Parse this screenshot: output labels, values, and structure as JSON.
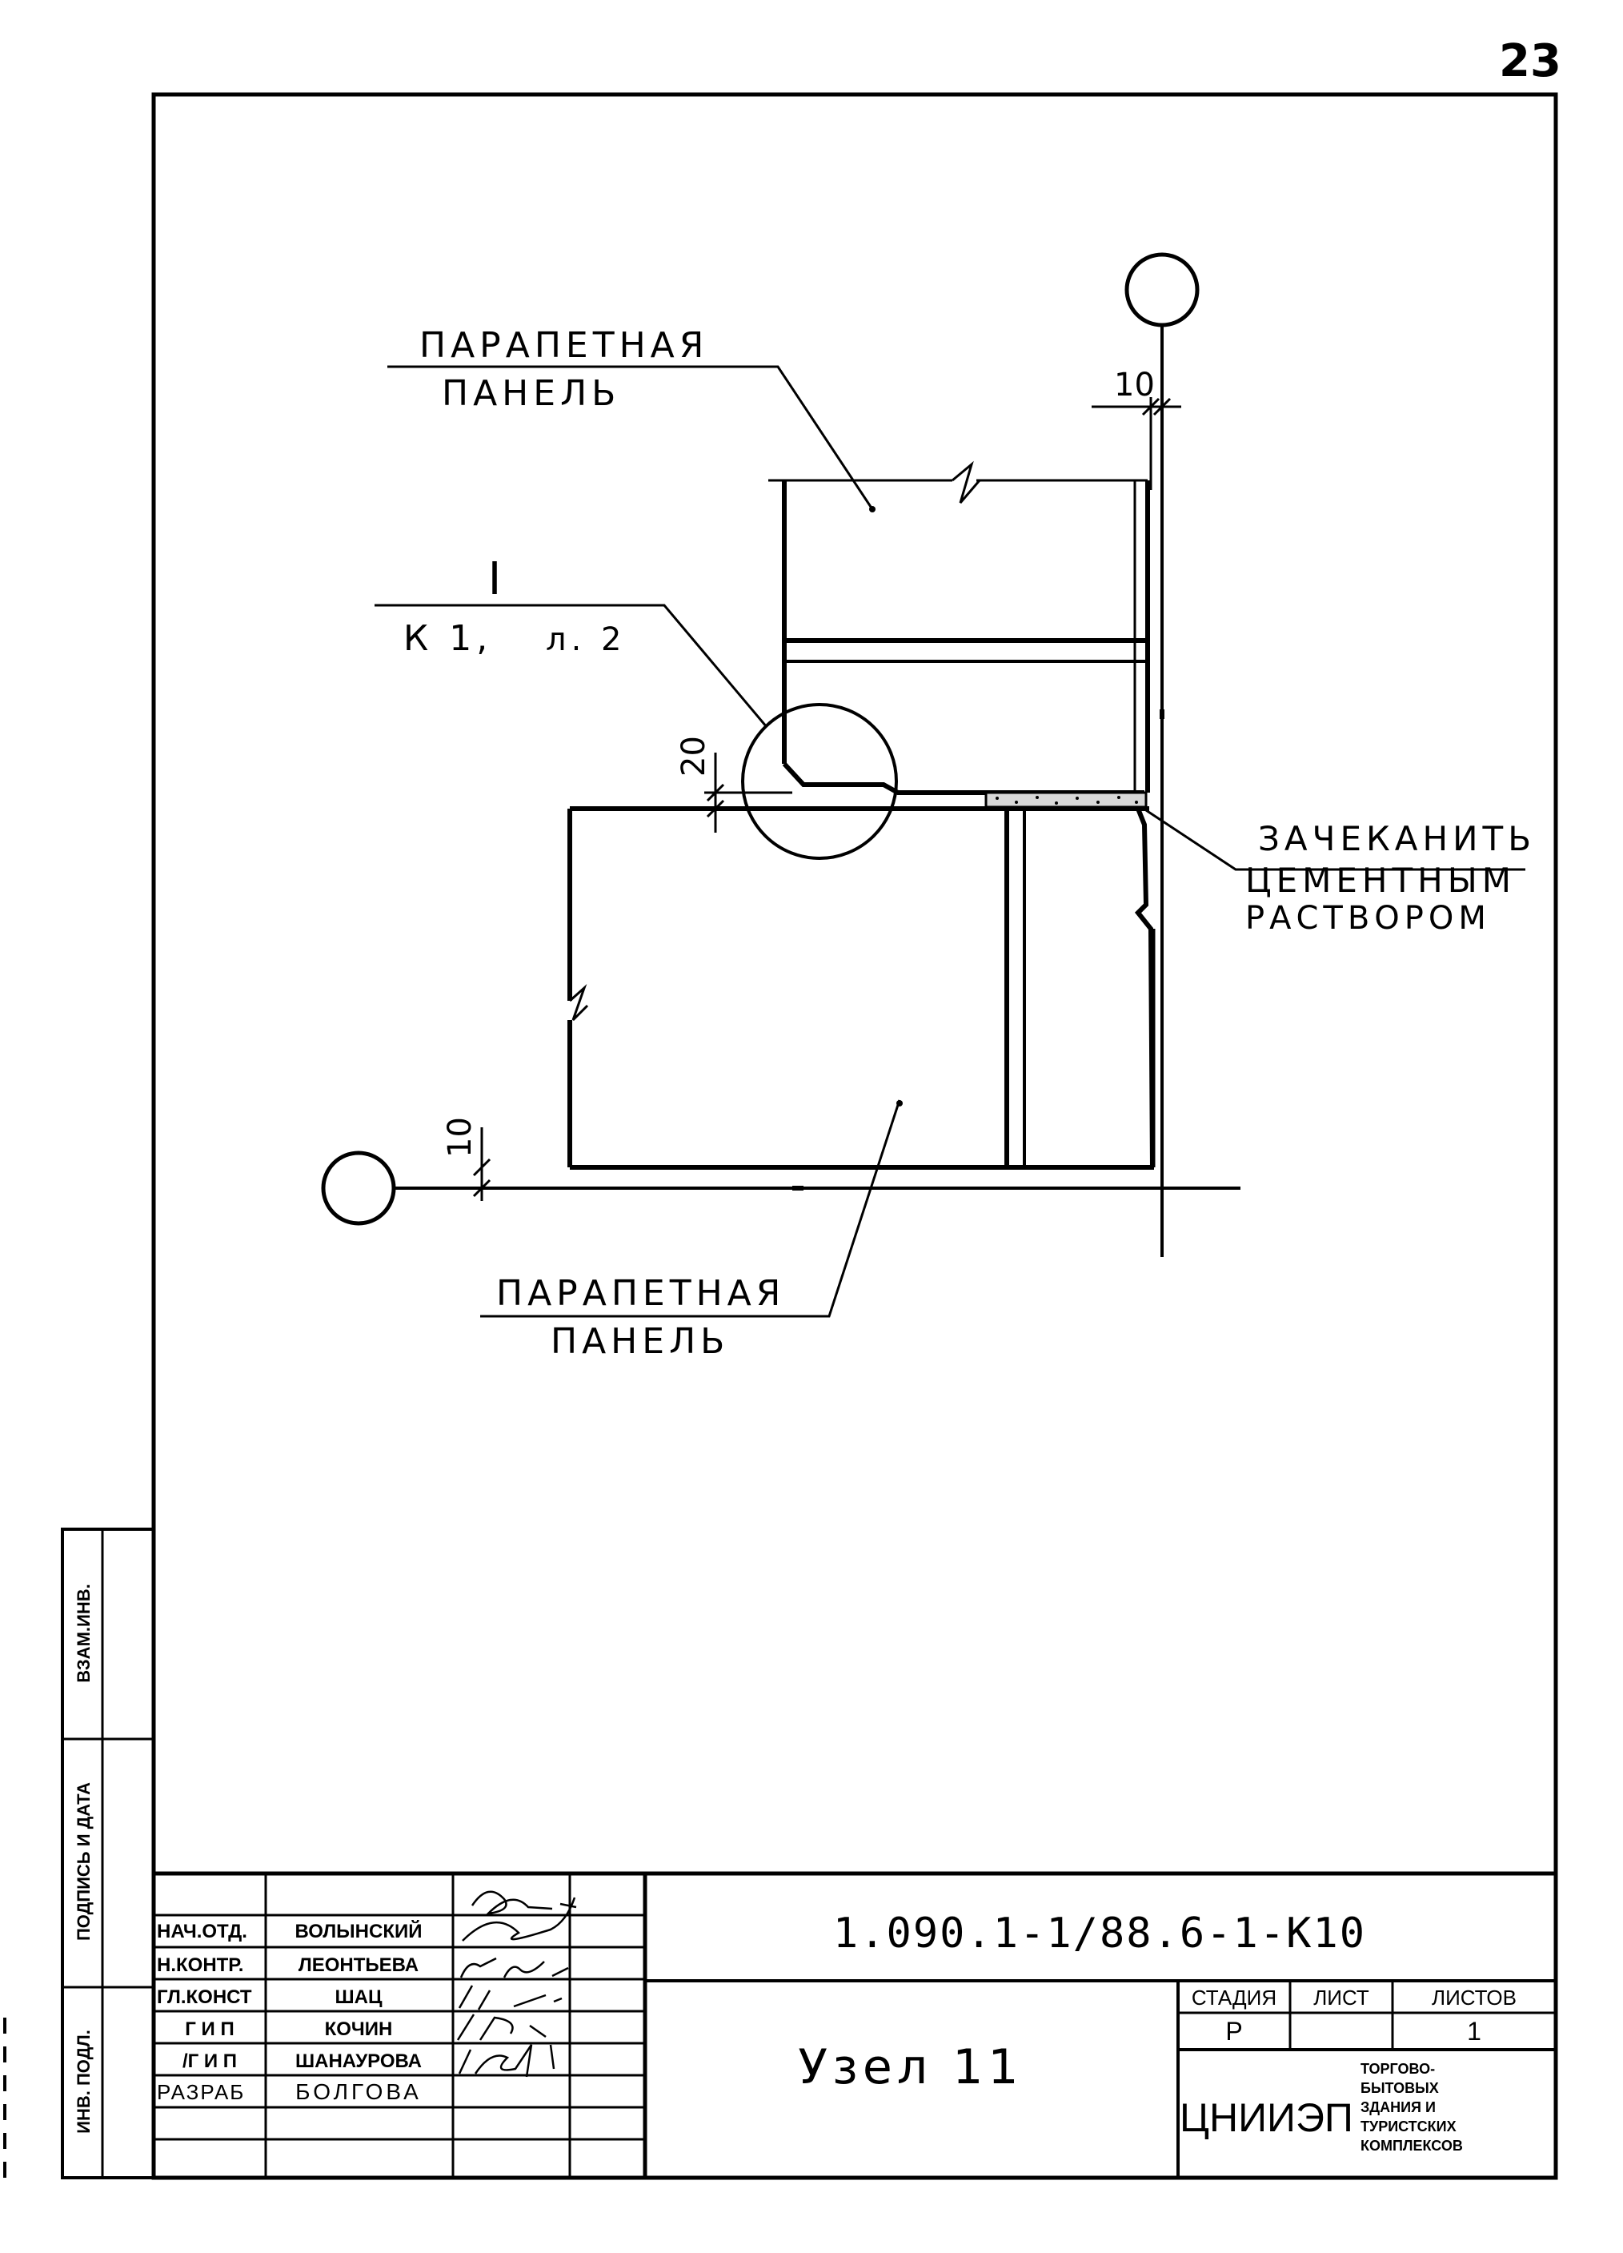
{
  "page_number": "23",
  "drawing": {
    "labels": {
      "top_panel_line1": "ПАРАПЕТНАЯ",
      "top_panel_line2": "ПАНЕЛЬ",
      "bottom_panel_line1": "ПАРАПЕТНАЯ",
      "bottom_panel_line2": "ПАНЕЛЬ",
      "detail_mark": "I",
      "detail_ref_sheet": "К 1,",
      "detail_ref_page": "л. 2",
      "note_line1": "ЗАЧЕКАНИТЬ",
      "note_line2": "ЦЕМЕНТНЫМ",
      "note_line3": "РАСТВОРОМ"
    },
    "dimensions": {
      "top_gap": "10",
      "joint_gap": "20",
      "bottom_gap": "10"
    }
  },
  "side_stamp": {
    "inv_podl": "ИНВ. ПОДЛ.",
    "signature_date": "ПОДПИСЬ И ДАТА",
    "vzam_inv": "ВЗАМ.ИНВ."
  },
  "title_block": {
    "document_code": "1.090.1-1/88.6-1-К10",
    "title": "Узел 11",
    "staff": [
      {
        "role": "НАЧ.ОТД.",
        "name": "ВОЛЫНСКИЙ"
      },
      {
        "role": "Н.КОНТР.",
        "name": "ЛЕОНТЬЕВА"
      },
      {
        "role": "ГЛ.КОНСТ",
        "name": "ШАЦ"
      },
      {
        "role": "Г И П",
        "name": "КОЧИН"
      },
      {
        "role": "/Г И П",
        "name": "ШАНАУРОВА"
      },
      {
        "role": "РАЗРАБ",
        "name": "БОЛГОВА"
      }
    ],
    "stage_header": "СТАДИЯ",
    "sheet_header": "ЛИСТ",
    "sheets_header": "ЛИСТОВ",
    "stage_value": "Р",
    "sheet_value": "",
    "sheets_value": "1",
    "organization": "ЦНИИЭП",
    "org_subtitle": [
      "ТОРГОВО-",
      "БЫТОВЫХ",
      "ЗДАНИЯ И",
      "ТУРИСТСКИХ",
      "КОМПЛЕКСОВ"
    ]
  }
}
